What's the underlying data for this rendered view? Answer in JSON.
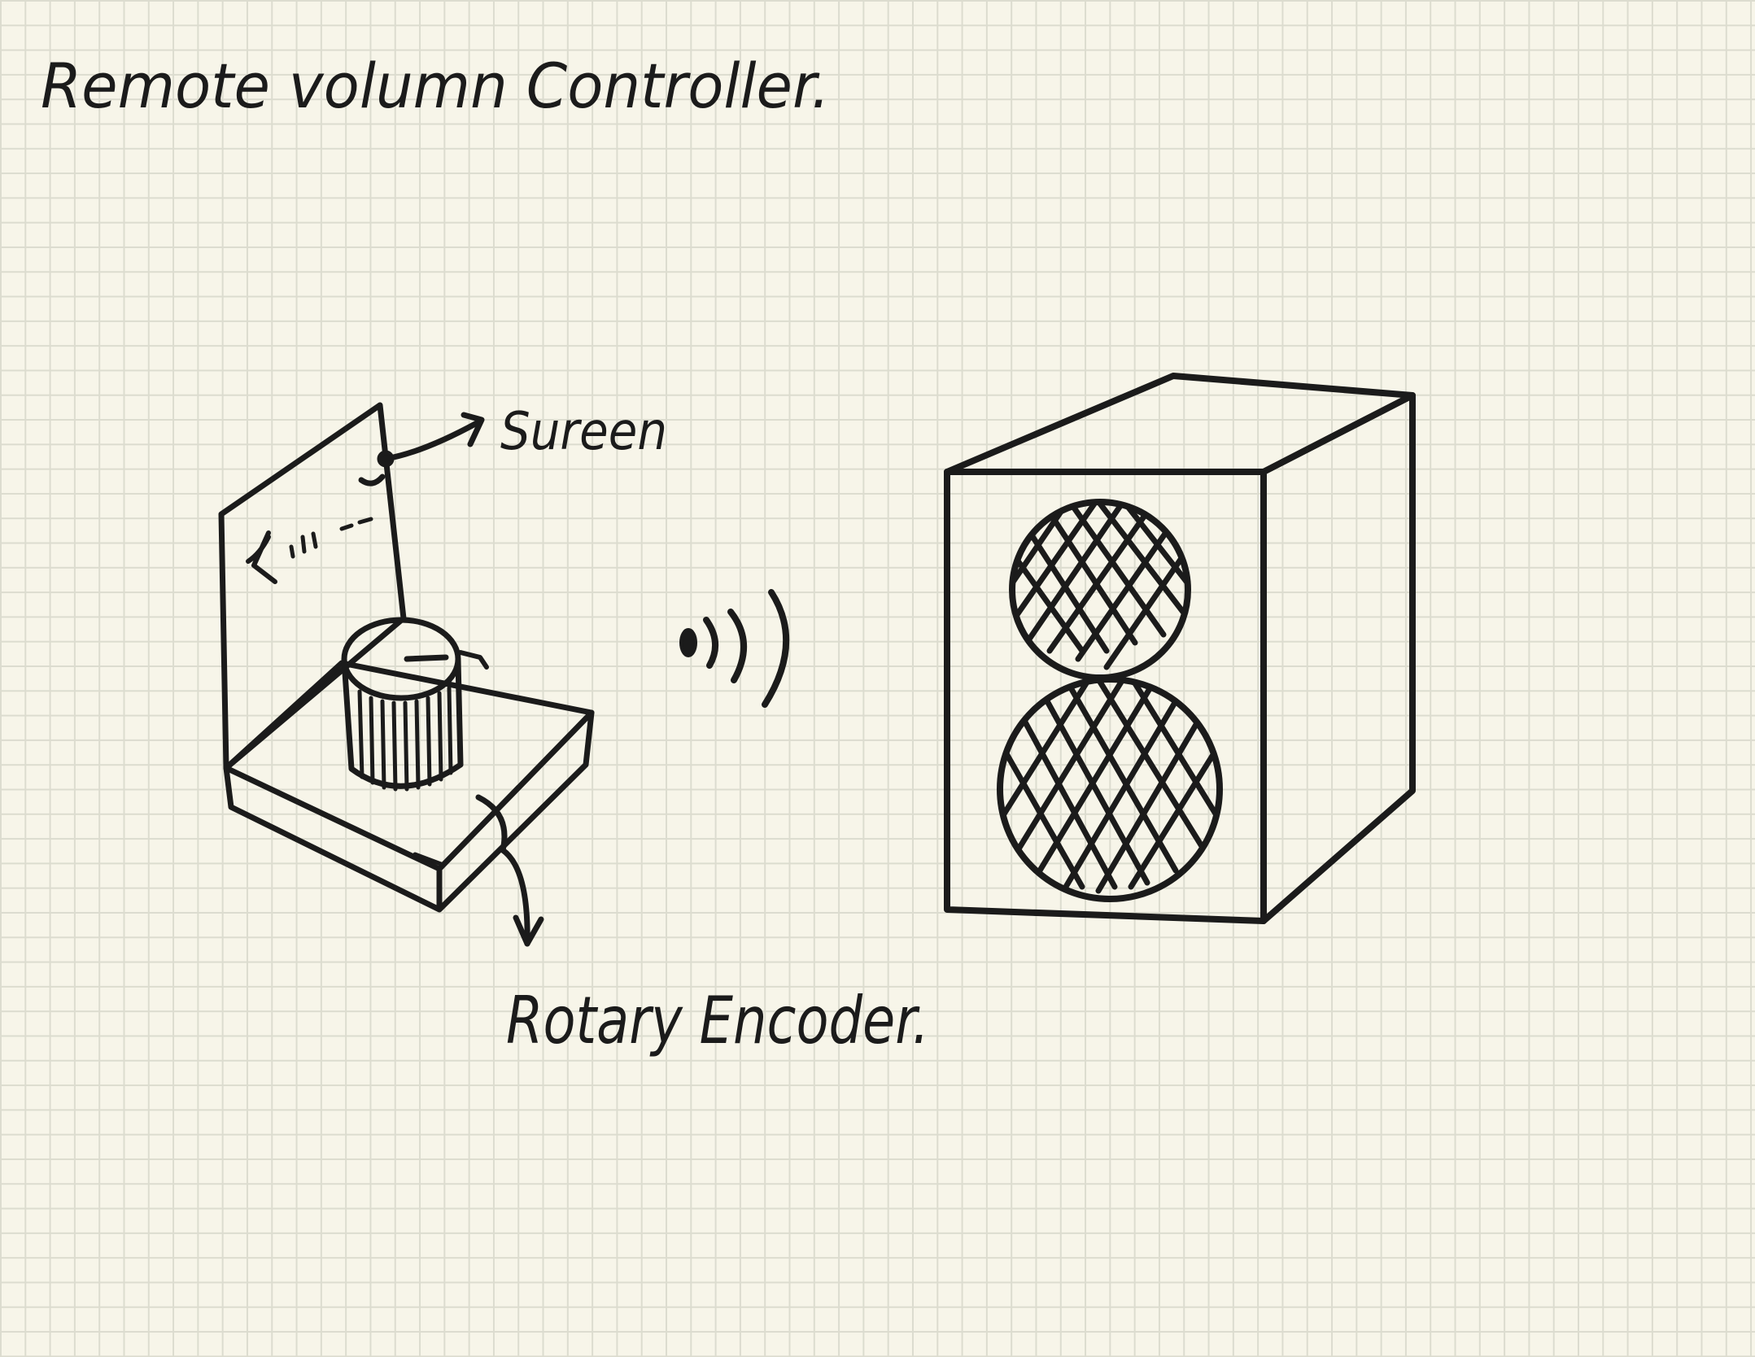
{
  "title": "Remote volumn Controller.",
  "labels": {
    "screen": "Sureen",
    "encoder": "Rotary Encoder."
  },
  "colors": {
    "ink": "#1b1b1b",
    "paper": "#f7f5e9",
    "grid": "#dcdccf"
  }
}
